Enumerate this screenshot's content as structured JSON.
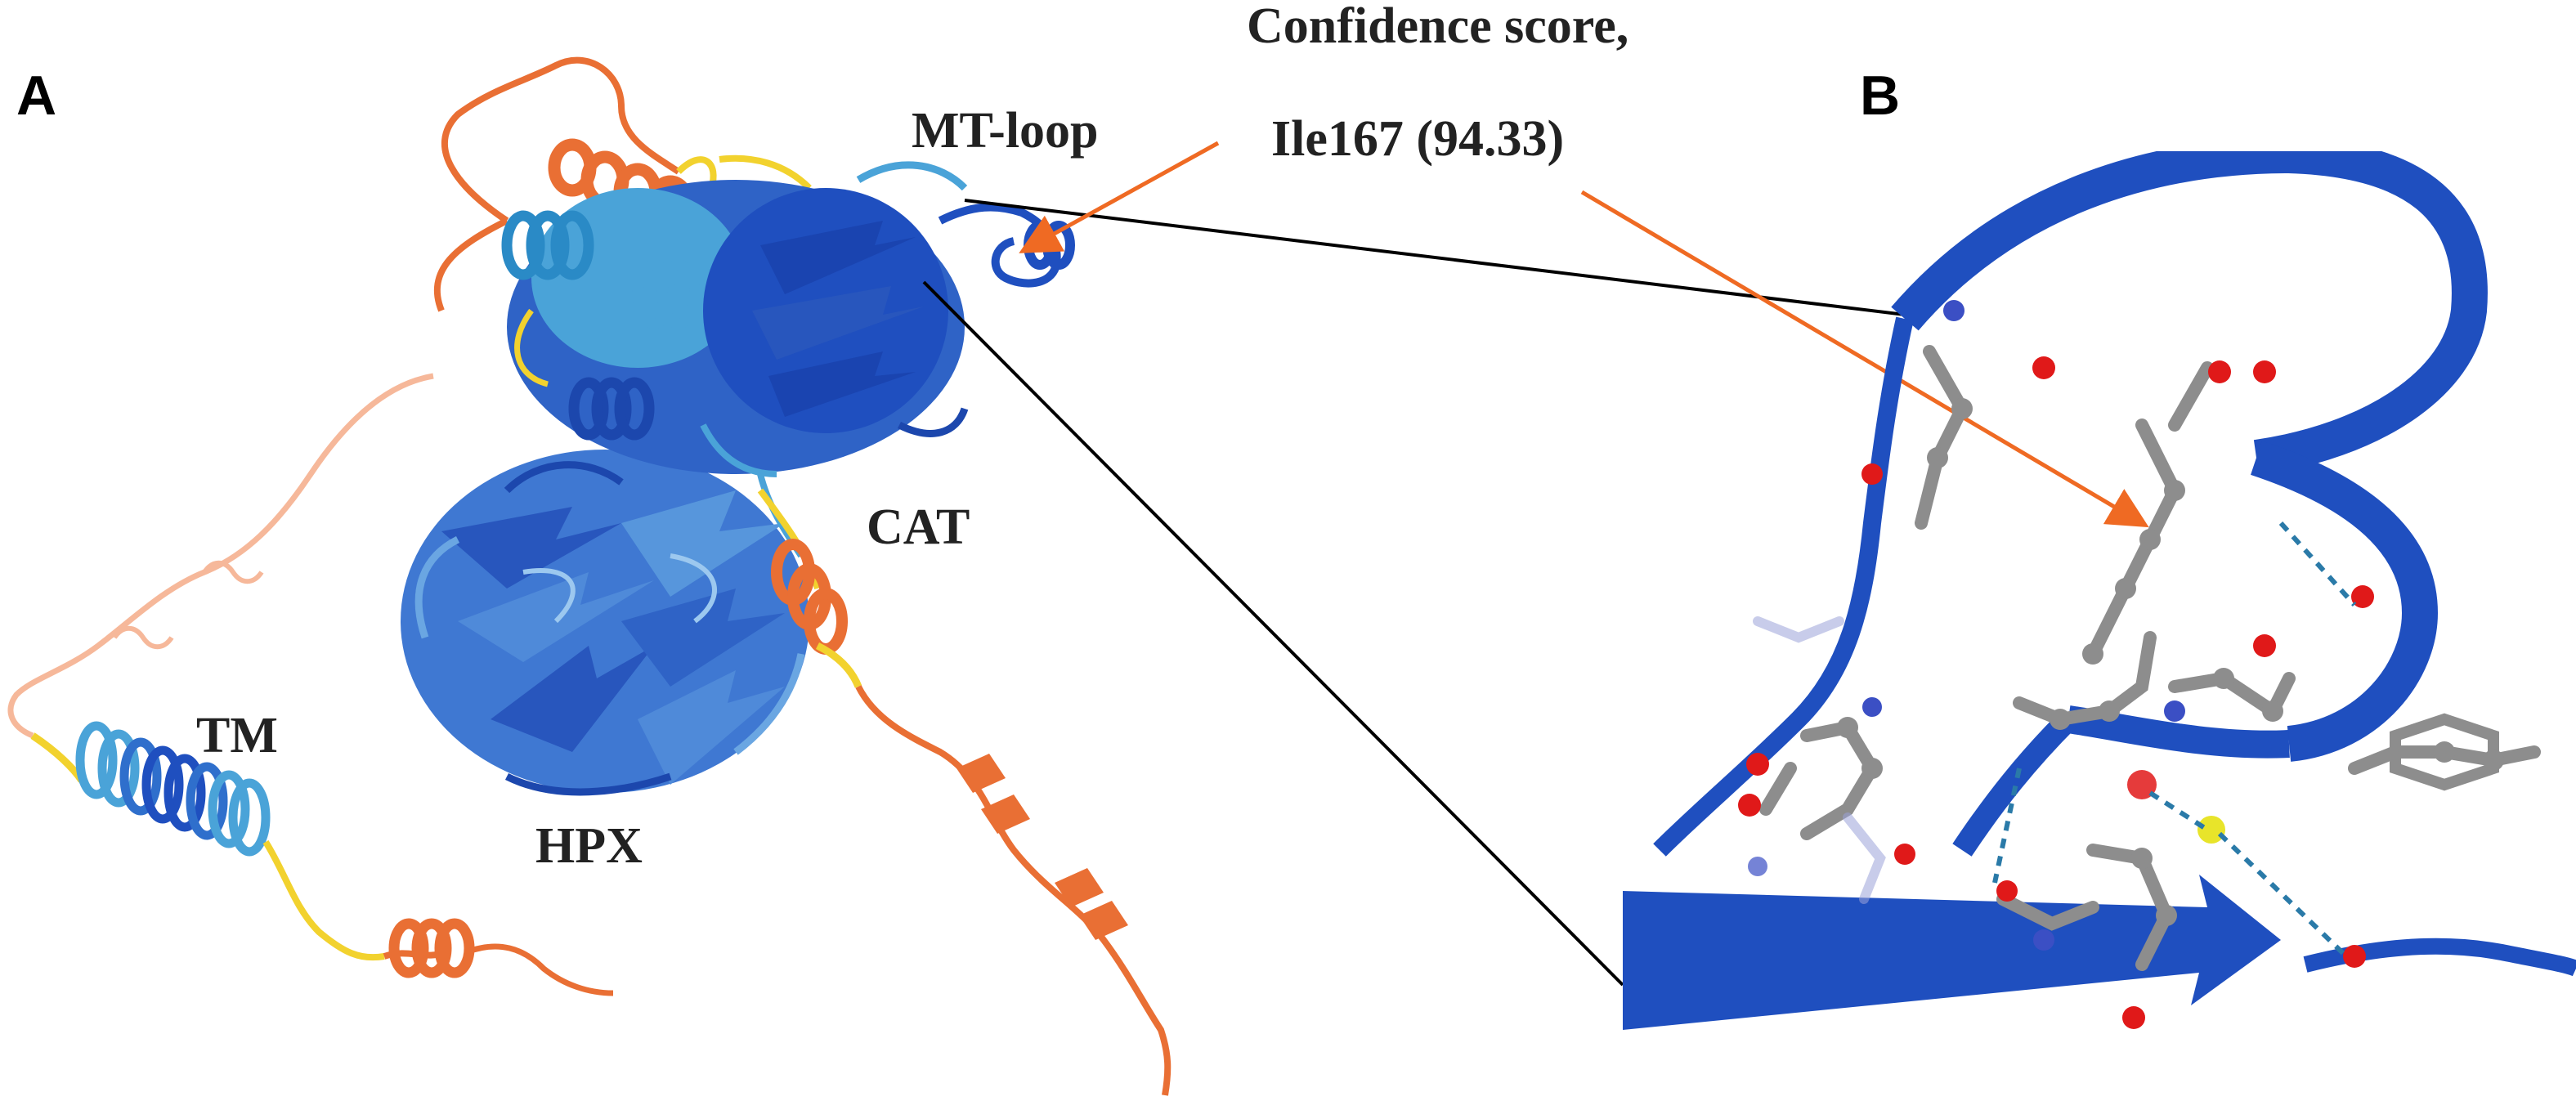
{
  "panels": {
    "a": {
      "letter": "A"
    },
    "b": {
      "letter": "B"
    }
  },
  "labels": {
    "mt_loop": "MT-loop",
    "cat": "CAT",
    "tm": "TM",
    "hpx": "HPX",
    "confidence_line1": "Confidence score,",
    "confidence_line2": "Ile167 (94.33)"
  },
  "colors": {
    "very_high": "#1f4fbf",
    "confident": "#4aa3d8",
    "low": "#f2d22e",
    "very_low": "#e96f34",
    "disordered": "#f6b89a",
    "arrow": "#ef6a23",
    "carbon": "#8d8d8d",
    "oxygen": "#e01919",
    "nitrogen": "#5564c9",
    "sulfur": "#e8e42a",
    "hbond": "#2a7aa8",
    "zoom_line": "#000000"
  }
}
